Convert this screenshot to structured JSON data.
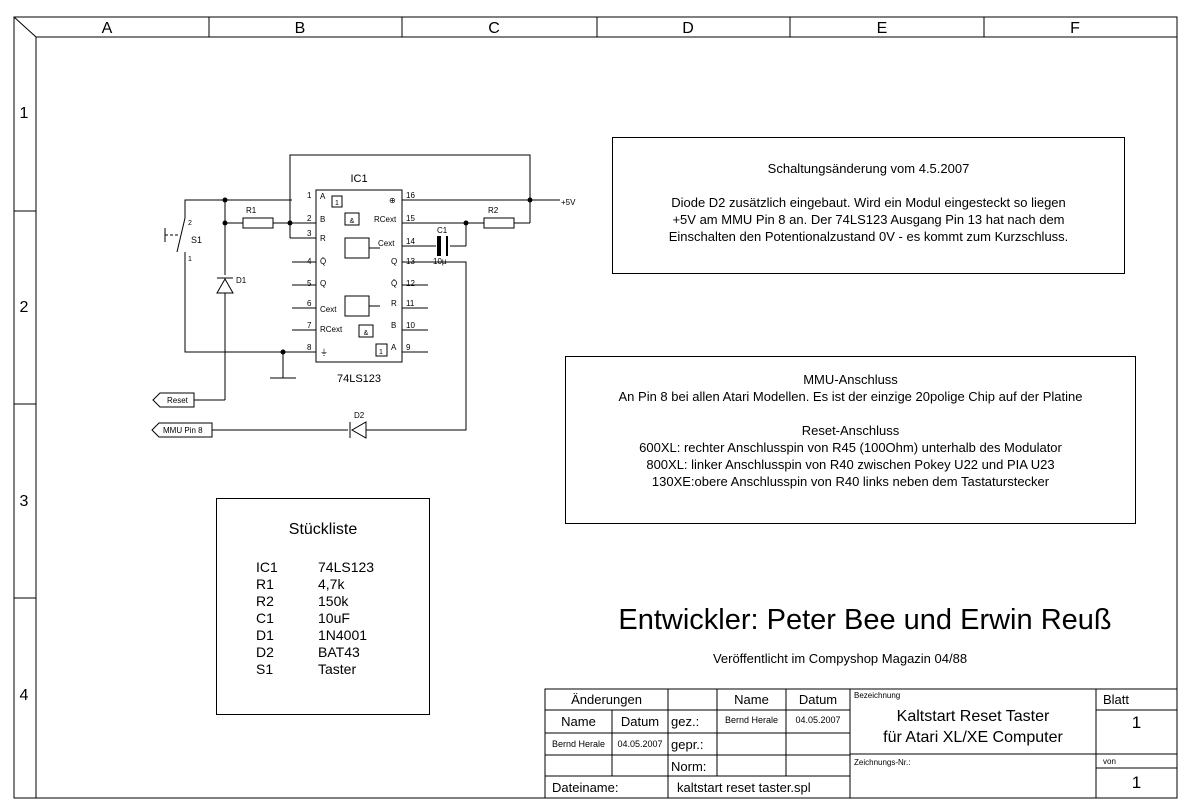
{
  "frame": {
    "columns": [
      "A",
      "B",
      "C",
      "D",
      "E",
      "F"
    ],
    "rows": [
      "1",
      "2",
      "3",
      "4"
    ]
  },
  "schematic": {
    "ic_label": "IC1",
    "ic_part": "74LS123",
    "supply": "+5V",
    "s1": "S1",
    "s1_pin2": "2",
    "s1_pin1": "1",
    "r1": "R1",
    "r2": "R2",
    "c1": "C1",
    "c1_value": "10µ",
    "d1": "D1",
    "d2": "D2",
    "reset_label": "Reset",
    "mmu_label": "MMU Pin 8",
    "pins_left": [
      {
        "num": "1",
        "name": "A"
      },
      {
        "num": "2",
        "name": "B"
      },
      {
        "num": "3",
        "name": "R"
      },
      {
        "num": "4",
        "name": "Q̄"
      },
      {
        "num": "5",
        "name": "Q"
      },
      {
        "num": "6",
        "name": "Cext"
      },
      {
        "num": "7",
        "name": "RCext"
      },
      {
        "num": "8",
        "name": "⏚"
      }
    ],
    "pins_right": [
      {
        "num": "16",
        "name": "⊕"
      },
      {
        "num": "15",
        "name": "RCext"
      },
      {
        "num": "14",
        "name": "Cext"
      },
      {
        "num": "13",
        "name": "Q"
      },
      {
        "num": "12",
        "name": "Q̄"
      },
      {
        "num": "11",
        "name": "R"
      },
      {
        "num": "10",
        "name": "B"
      },
      {
        "num": "9",
        "name": "A"
      }
    ],
    "gate_one": "1",
    "gate_and": "&"
  },
  "change_note": {
    "title": "Schaltungsänderung vom 4.5.2007",
    "lines": [
      "Diode D2 zusätzlich eingebaut. Wird ein Modul eingesteckt so liegen",
      "+5V am MMU Pin 8 an. Der 74LS123 Ausgang Pin 13 hat nach dem",
      "Einschalten den Potentionalzustand 0V - es kommt zum Kurzschluss."
    ]
  },
  "connection_note": {
    "mmu_title": "MMU-Anschluss",
    "mmu_text": "An Pin 8 bei allen Atari Modellen. Es ist der einzige 20polige Chip auf der Platine",
    "reset_title": "Reset-Anschluss",
    "reset_lines": [
      "600XL: rechter Anschlusspin von R45 (100Ohm) unterhalb des Modulator",
      "800XL: linker Anschlusspin von R40 zwischen Pokey U22 und PIA U23",
      "130XE:obere Anschlusspin von R40 links neben dem Tastaturstecker"
    ]
  },
  "parts_list": {
    "title": "Stückliste",
    "items": [
      {
        "ref": "IC1",
        "value": "74LS123"
      },
      {
        "ref": "R1",
        "value": "4,7k"
      },
      {
        "ref": "R2",
        "value": "150k"
      },
      {
        "ref": "C1",
        "value": "10uF"
      },
      {
        "ref": "D1",
        "value": "1N4001"
      },
      {
        "ref": "D2",
        "value": "BAT43"
      },
      {
        "ref": "S1",
        "value": "Taster"
      }
    ]
  },
  "developer": "Entwickler: Peter Bee und Erwin Reuß",
  "published": "Veröffentlicht im Compyshop Magazin 04/88",
  "title_block": {
    "aenderungen": "Änderungen",
    "name": "Name",
    "datum": "Datum",
    "gez": "gez.:",
    "gepr": "gepr.:",
    "norm": "Norm:",
    "gez_name": "Bernd Herale",
    "gez_datum": "04.05.2007",
    "change_name": "Bernd Herale",
    "change_datum": "04.05.2007",
    "bezeichnung_label": "Bezeichnung",
    "bezeichnung_line1": "Kaltstart Reset Taster",
    "bezeichnung_line2": "für Atari XL/XE Computer",
    "zeichnungsnr_label": "Zeichnungs-Nr.:",
    "blatt_label": "Blatt",
    "blatt_value": "1",
    "von_label": "von",
    "von_value": "1",
    "dateiname_label": "Dateiname:",
    "dateiname_value": "kaltstart reset taster.spl"
  }
}
